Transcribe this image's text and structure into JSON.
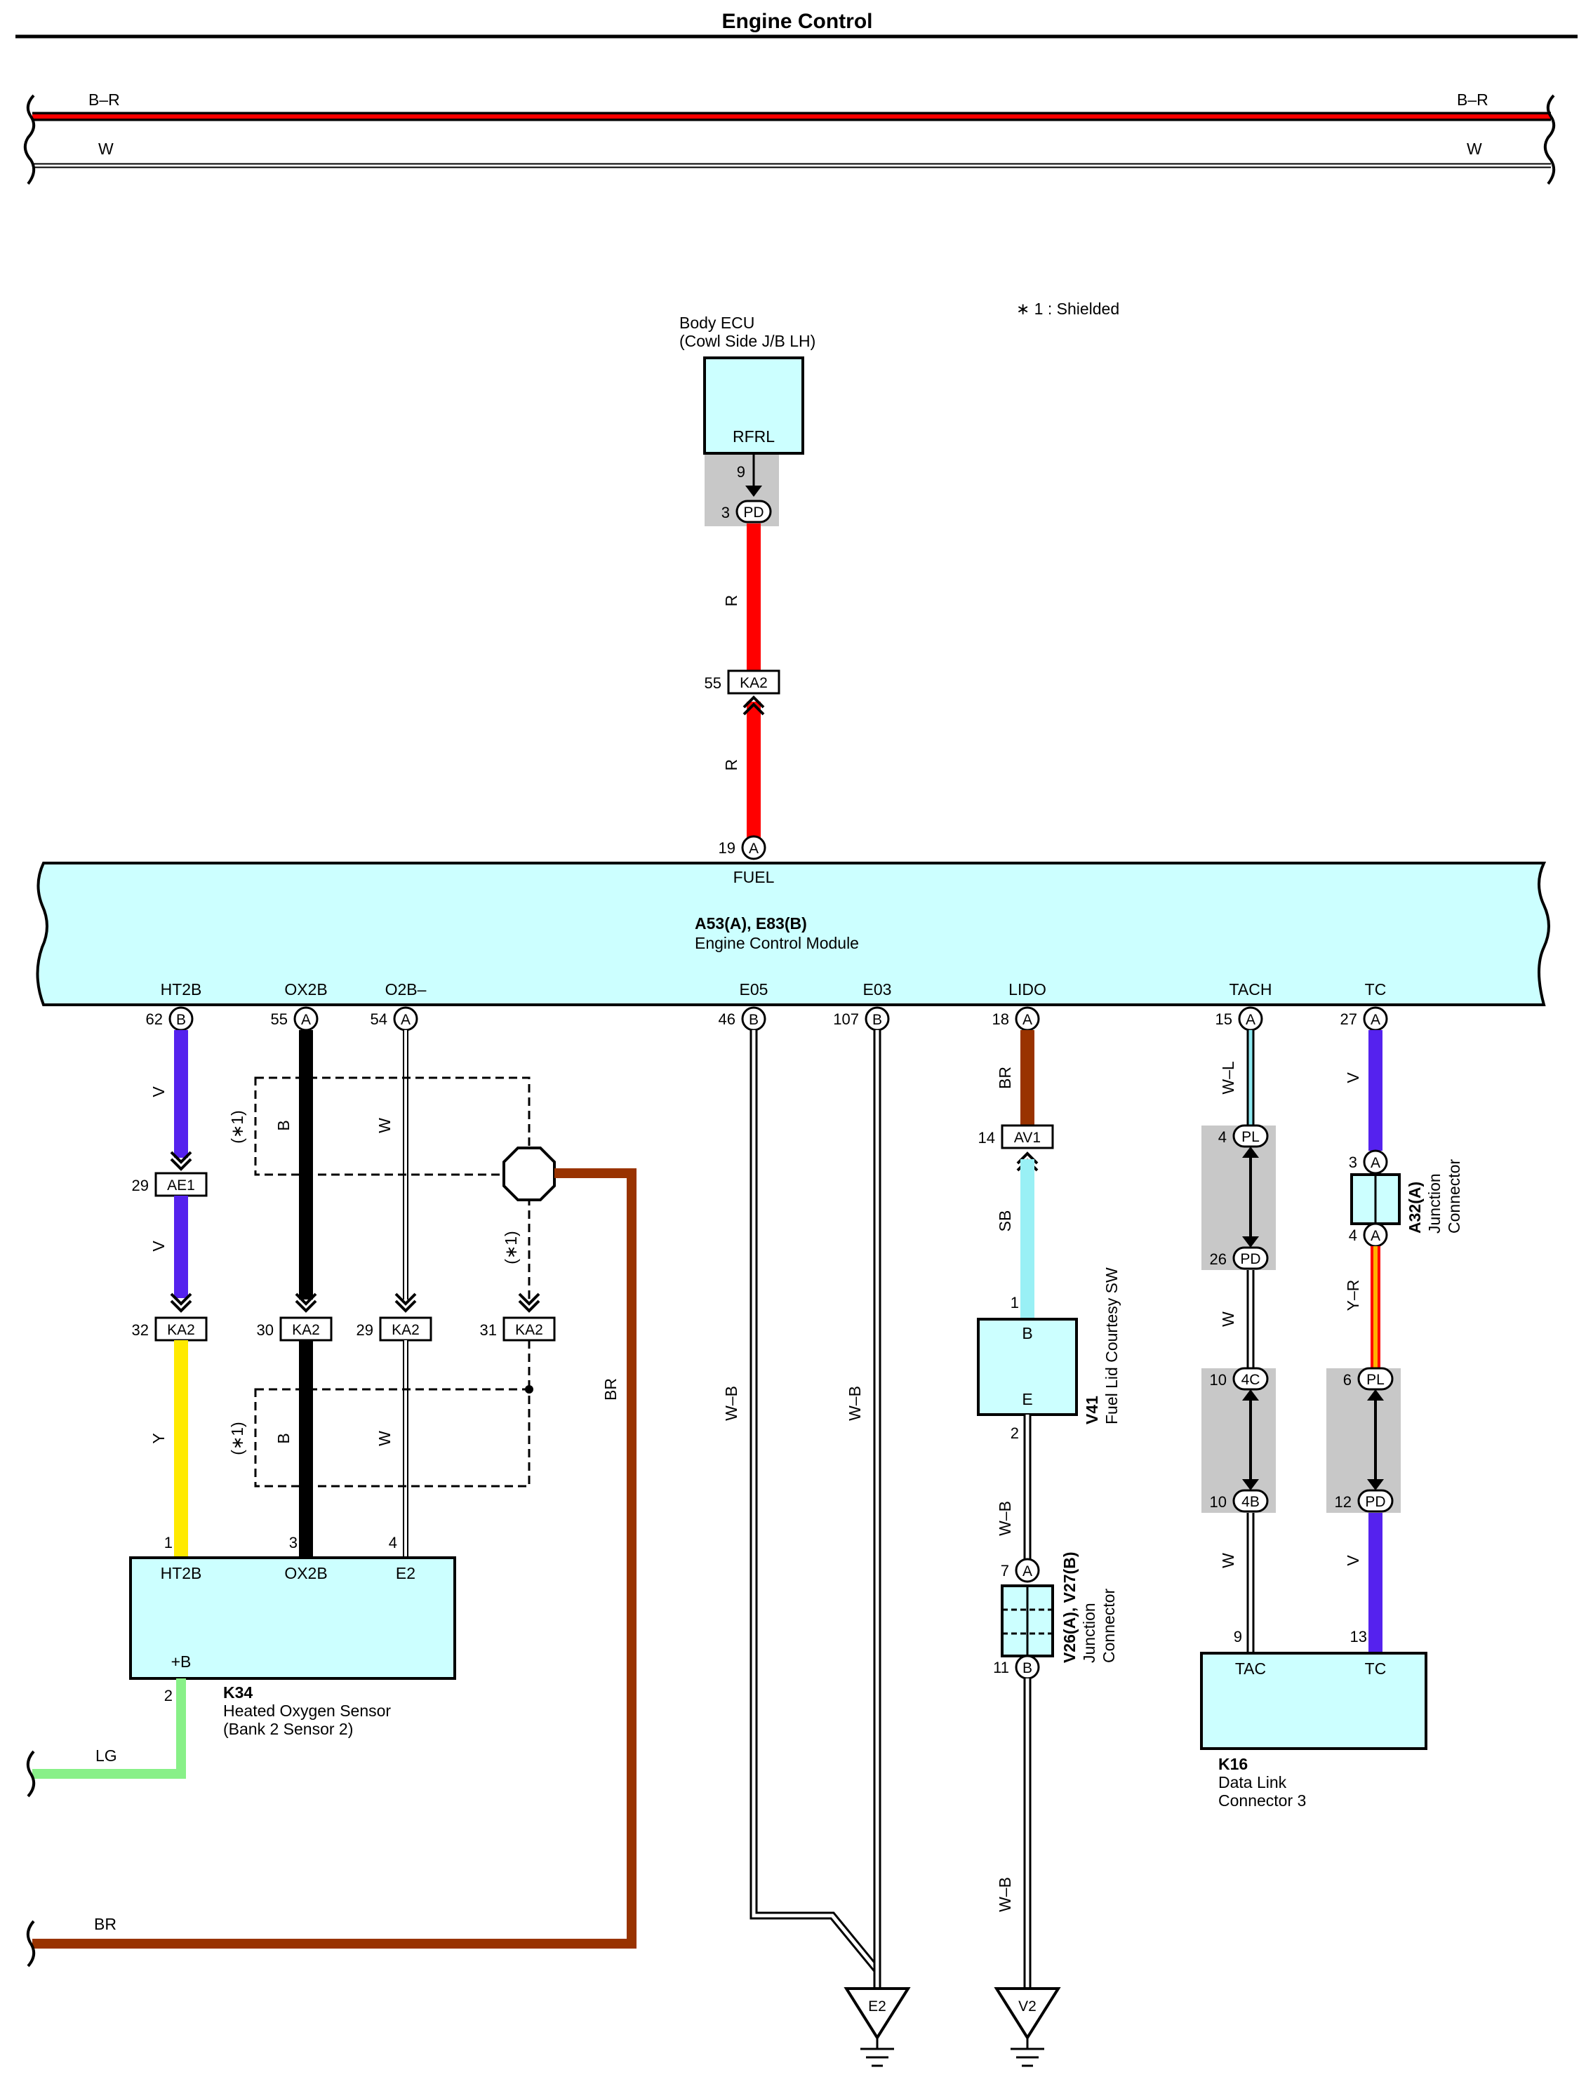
{
  "page": {
    "title": "Engine Control"
  },
  "note": "∗ 1 : Shielded",
  "buses": [
    {
      "left": "B–R",
      "right": "B–R"
    },
    {
      "left": "W",
      "right": "W"
    }
  ],
  "colors": {
    "R": "#ff0000",
    "BR": "#993300",
    "V": "#5522ee",
    "Y": "#ffea00",
    "B": "#000000",
    "W": "#ffffff",
    "SB": "#99f0f5",
    "LG": "#88f088",
    "W-L": "#8de8f0",
    "Y-R": "#ffb000",
    "component_fill": "#ccffff",
    "splice_bg": "#c8c8c8"
  },
  "body_ecu": {
    "title1": "Body ECU",
    "title2": "(Cowl Side J/B LH)",
    "terminal": "RFRL",
    "pin": "9",
    "junction_pin": "3",
    "junction": "PD"
  },
  "wire_colors": {
    "r_upper": "R",
    "r_lower": "R",
    "ht2b_upper": "V",
    "ht2b_mid": "V",
    "ht2b_lower": "Y",
    "ox2b_upper": "B",
    "ox2b_lower": "B",
    "o2b_upper": "W",
    "o2b_lower": "W",
    "shield": "BR",
    "e05": "W–B",
    "e03": "W–B",
    "lido": "BR",
    "sb": "SB",
    "v41_out": "W–B",
    "v2_wire": "W–B",
    "tach_upper": "W–L",
    "tach_mid": "W",
    "tach_lower": "W",
    "tc_upper": "V",
    "tc_mid": "Y–R",
    "tc_lower": "V",
    "lg": "LG",
    "br_bottom": "BR"
  },
  "star_labels": {
    "s1": "(∗1)",
    "s2": "(∗1)",
    "s3": "(∗1)"
  },
  "connectors": {
    "ka2_55": {
      "pin": "55",
      "name": "KA2"
    },
    "ae1": {
      "pin": "29",
      "name": "AE1"
    },
    "ka2_32": {
      "pin": "32",
      "name": "KA2"
    },
    "ka2_30": {
      "pin": "30",
      "name": "KA2"
    },
    "ka2_29": {
      "pin": "29",
      "name": "KA2"
    },
    "ka2_31": {
      "pin": "31",
      "name": "KA2"
    },
    "av1": {
      "pin": "14",
      "name": "AV1"
    }
  },
  "ecm": {
    "code": "A53(A), E83(B)",
    "name": "Engine Control Module",
    "top": {
      "pin": "19",
      "conn": "A",
      "name": "FUEL"
    },
    "terminals": [
      {
        "name": "HT2B",
        "pin": "62",
        "conn": "B"
      },
      {
        "name": "OX2B",
        "pin": "55",
        "conn": "A"
      },
      {
        "name": "O2B–",
        "pin": "54",
        "conn": "A"
      },
      {
        "name": "E05",
        "pin": "46",
        "conn": "B"
      },
      {
        "name": "E03",
        "pin": "107",
        "conn": "B"
      },
      {
        "name": "LIDO",
        "pin": "18",
        "conn": "A"
      },
      {
        "name": "TACH",
        "pin": "15",
        "conn": "A"
      },
      {
        "name": "TC",
        "pin": "27",
        "conn": "A"
      }
    ]
  },
  "k34": {
    "code": "K34",
    "name1": "Heated Oxygen Sensor",
    "name2": "(Bank 2 Sensor 2)",
    "t1": "HT2B",
    "t2": "OX2B",
    "t3": "E2",
    "t4": "+B",
    "p1": "1",
    "p2": "3",
    "p3": "4",
    "p4": "2"
  },
  "v41": {
    "code": "V41",
    "name": "Fuel Lid Courtesy SW",
    "t1": "B",
    "t2": "E",
    "p1": "1",
    "p2": "2"
  },
  "v26": {
    "code": "V26(A), V27(B)",
    "name1": "Junction",
    "name2": "Connector",
    "pa": "7",
    "ca": "A",
    "pb": "11",
    "cb": "B"
  },
  "a32": {
    "code": "A32(A)",
    "name1": "Junction",
    "name2": "Connector",
    "p1": "3",
    "c1": "A",
    "p2": "4",
    "c2": "A"
  },
  "splices": {
    "pl4": {
      "pin": "4",
      "name": "PL"
    },
    "pd26": {
      "pin": "26",
      "name": "PD"
    },
    "c4c": {
      "pin": "10",
      "name": "4C"
    },
    "c4b": {
      "pin": "10",
      "name": "4B"
    },
    "pl6": {
      "pin": "6",
      "name": "PL"
    },
    "pd12": {
      "pin": "12",
      "name": "PD"
    }
  },
  "k16": {
    "code": "K16",
    "name1": "Data Link",
    "name2": "Connector 3",
    "t1": "TAC",
    "t2": "TC",
    "p1": "9",
    "p2": "13"
  },
  "grounds": {
    "e2": "E2",
    "v2": "V2"
  },
  "bottom": {
    "lg": "LG",
    "br": "BR"
  }
}
